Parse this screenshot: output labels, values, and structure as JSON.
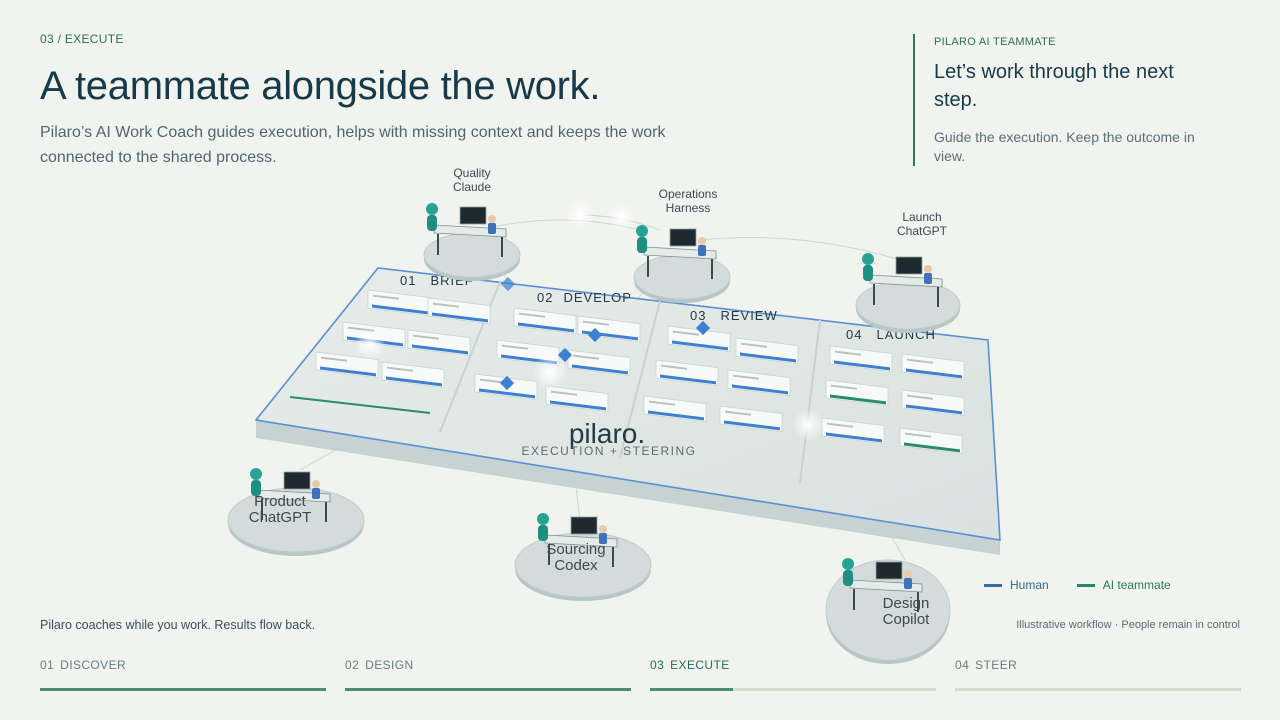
{
  "header": {
    "eyebrow": "03 / EXECUTE",
    "title": "A teammate alongside the work.",
    "subtitle": "Pilaro’s AI Work Coach guides execution, helps with missing context and keeps the work connected to the shared process."
  },
  "aside": {
    "eyebrow": "PILARO AI TEAMMATE",
    "title": "Let’s work through the next step.",
    "body": "Guide the execution. Keep the outcome in view."
  },
  "board": {
    "brand": "pilaro.",
    "tagline": "EXECUTION + STEERING",
    "lanes": [
      {
        "num": "01",
        "name": "BRIEF"
      },
      {
        "num": "02",
        "name": "DEVELOP"
      },
      {
        "num": "03",
        "name": "REVIEW"
      },
      {
        "num": "04",
        "name": "LAUNCH"
      }
    ]
  },
  "stations": [
    {
      "role": "Quality",
      "agent": "Claude"
    },
    {
      "role": "Operations",
      "agent": "Harness"
    },
    {
      "role": "Launch",
      "agent": "ChatGPT"
    },
    {
      "role": "Product",
      "agent": "ChatGPT"
    },
    {
      "role": "Sourcing",
      "agent": "Codex"
    },
    {
      "role": "Design",
      "agent": "Copilot"
    }
  ],
  "legend": {
    "human": "Human",
    "ai": "AI teammate",
    "human_color": "#2f6fb0",
    "ai_color": "#1f8a6c"
  },
  "captions": {
    "left": "Pilaro coaches while you work. Results flow back.",
    "right": "Illustrative workflow · People remain in control"
  },
  "steps": [
    {
      "num": "01",
      "name": "DISCOVER",
      "progress": 1.0,
      "active": false
    },
    {
      "num": "02",
      "name": "DESIGN",
      "progress": 1.0,
      "active": false
    },
    {
      "num": "03",
      "name": "EXECUTE",
      "progress": 0.29,
      "active": true
    },
    {
      "num": "04",
      "name": "STEER",
      "progress": 0,
      "active": false
    }
  ]
}
